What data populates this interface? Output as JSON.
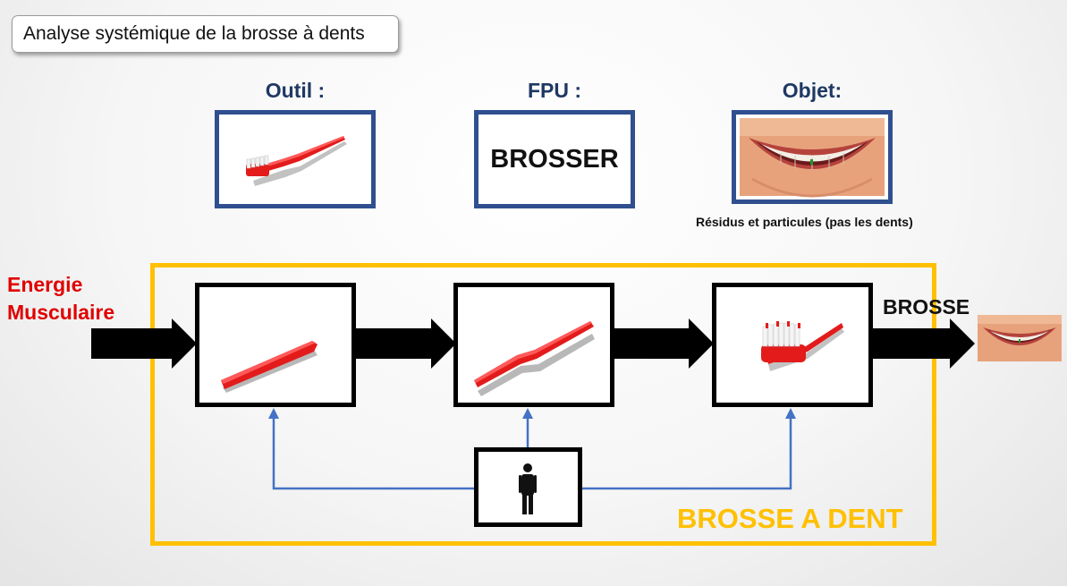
{
  "title": "Analyse systémique de la brosse à dents",
  "outil": {
    "label": "Outil :",
    "image": "toothbrush-icon"
  },
  "fpu": {
    "label": "FPU :",
    "value": "BROSSER"
  },
  "objet": {
    "label": "Objet:",
    "image": "smile-teeth-image",
    "caption": "Résidus et particules (pas les dents)"
  },
  "input": {
    "label_line1": "Energie",
    "label_line2": "Musculaire"
  },
  "process": {
    "stages": [
      {
        "image": "toothbrush-handle-image"
      },
      {
        "image": "toothbrush-neck-image"
      },
      {
        "image": "toothbrush-head-image"
      }
    ],
    "operator": "person-icon",
    "output_label": "BROSSE",
    "output_image": "smile-teeth-image",
    "system_label": "BROSSE A DENT"
  },
  "colors": {
    "header_text": "#1f3864",
    "box_border": "#2f4f8f",
    "system_frame": "#ffc000",
    "energy_text": "#e00000",
    "control_line": "#4472c4",
    "toothbrush": "#e31b1b"
  }
}
